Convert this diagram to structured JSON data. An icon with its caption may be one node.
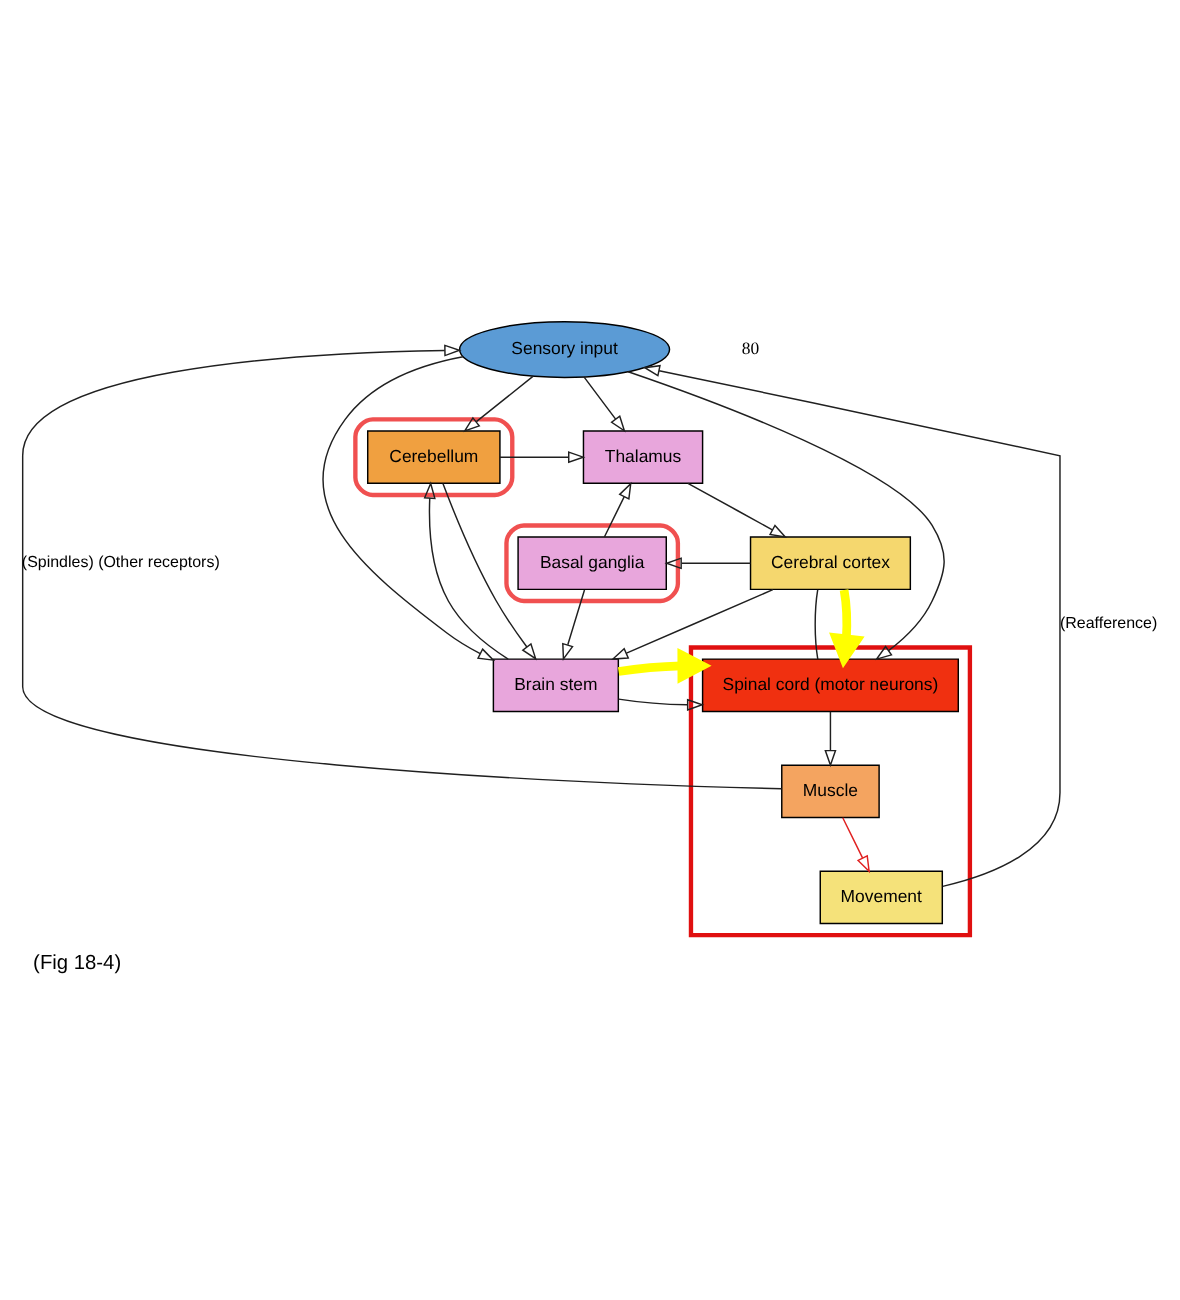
{
  "diagram": {
    "caption": "(Fig 18-4)",
    "nodes": [
      {
        "text": [
          "Cerebral cortex"
        ]
      },
      {
        "text": [],
        "shape": "ellipse"
      },
      {
        "text": [
          "Basal ganglia"
        ],
        "in": 1
      },
      {
        "text": [
          "Thalamus"
        ]
      },
      {
        "text": [],
        "shape": "ellipse"
      },
      {
        "text": [
          "Cerebellum"
        ],
        "in": 4
      },
      {
        "text": [
          "Brain stem"
        ]
      },
      {
        "text": [
          "Sensory input"
        ]
      },
      {
        "text": [],
        "shape": "box"
      },
      {
        "text": [
          "Spinal cord (motor neurons)"
        ],
        "in": 8
      },
      {
        "text": [
          "Muscle"
        ],
        "in": 8
      },
      {
        "text": [
          "Movement"
        ],
        "in": 8
      }
    ],
    "edges": [
      {
        "from": 0,
        "to": 2,
        "arrow": "to"
      },
      {
        "from": 2,
        "to": 3,
        "arrow": "to"
      },
      {
        "from": 3,
        "to": 0,
        "arrow": "to"
      },
      {
        "from": 5,
        "to": 3,
        "arrow": "to"
      },
      {
        "from": 2,
        "to": 6,
        "arrow": "to"
      },
      {
        "from": 5,
        "to": 6,
        "arrow": "to"
      },
      {
        "from": 6,
        "to": 5,
        "arrow": "to"
      },
      {
        "from": 0,
        "to": 6,
        "arrow": "to"
      },
      {
        "from": 0,
        "to": 9,
        "arrow": "none"
      },
      {
        "from": 7,
        "to": 5,
        "arrow": "to"
      },
      {
        "from": 7,
        "to": 3,
        "arrow": "to"
      },
      {
        "from": 7,
        "to": 6,
        "arrow": "to"
      },
      {
        "from": 7,
        "to": 9,
        "arrow": "to"
      },
      {
        "from": 6,
        "to": 9,
        "arrow": "to"
      },
      {
        "from": 9,
        "to": 10,
        "arrow": "to"
      },
      {
        "from": 10,
        "to": 11,
        "arrow": "to",
        "color": "#e02020"
      },
      {
        "from": 10,
        "to": 7,
        "arrow": "to",
        "label": "(Spindles) (Other receptors)"
      },
      {
        "from": 11,
        "to": 7,
        "arrow": "to",
        "label": "(Reafference)"
      },
      {
        "from": 0,
        "to": 9,
        "arrow": "to",
        "style": "thick",
        "color": "#ffff00"
      },
      {
        "from": 6,
        "to": 9,
        "arrow": "to",
        "style": "thick",
        "color": "#ffff00"
      }
    ],
    "labels": [
      "80"
    ]
  }
}
